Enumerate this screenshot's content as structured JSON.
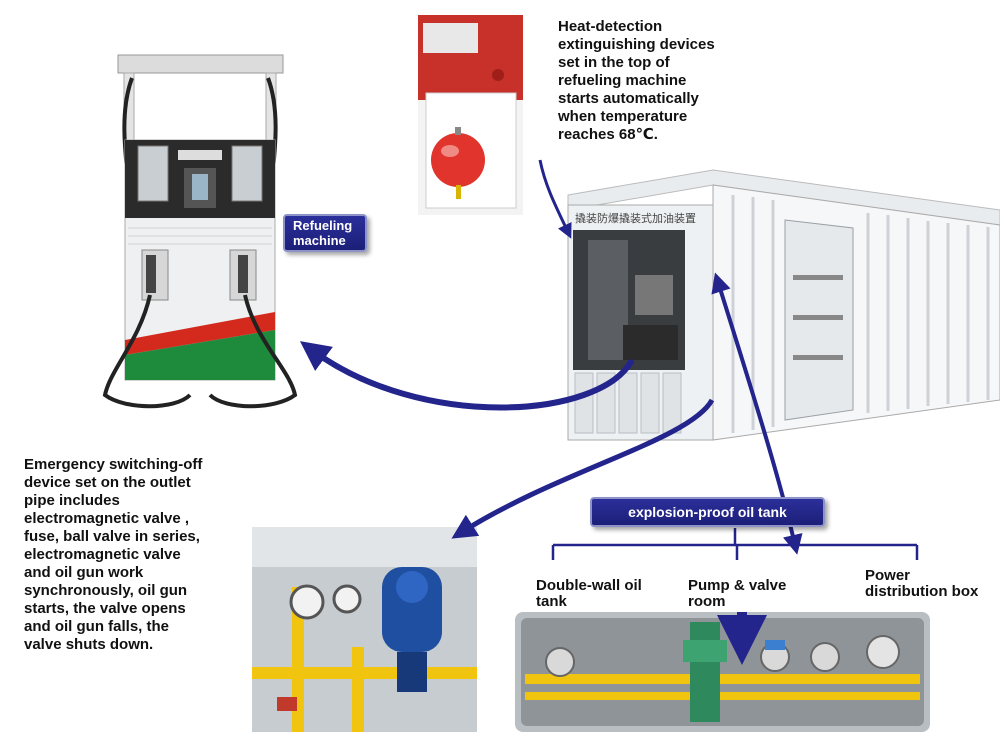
{
  "heat_detection_text": "Heat-detection extinguishing devices set in the top of refueling machine starts automatically when temperature reaches 68℃.",
  "refueling_label_line1": "Refueling",
  "refueling_label_line2": "machine",
  "emergency_text": "Emergency switching-off device set on the outlet pipe includes electromagnetic valve , fuse, ball valve in series, electromagnetic valve and oil gun work synchronously, oil gun starts, the valve opens and oil gun falls, the valve shuts down.",
  "tank_label": "explosion-proof oil tank",
  "tank_parts": {
    "double_wall": "Double-wall oil tank",
    "pump_valve": "Pump & valve room",
    "power_box": "Power distribution box"
  },
  "container_sign": "撬装防爆撬装式加油装置",
  "colors": {
    "arrow_blue": "#23248c",
    "badge_blue": "#23278a",
    "dispenser_red": "#d42a1e",
    "dispenser_green": "#1d8a3c",
    "pipe_yellow": "#f1c40f"
  }
}
